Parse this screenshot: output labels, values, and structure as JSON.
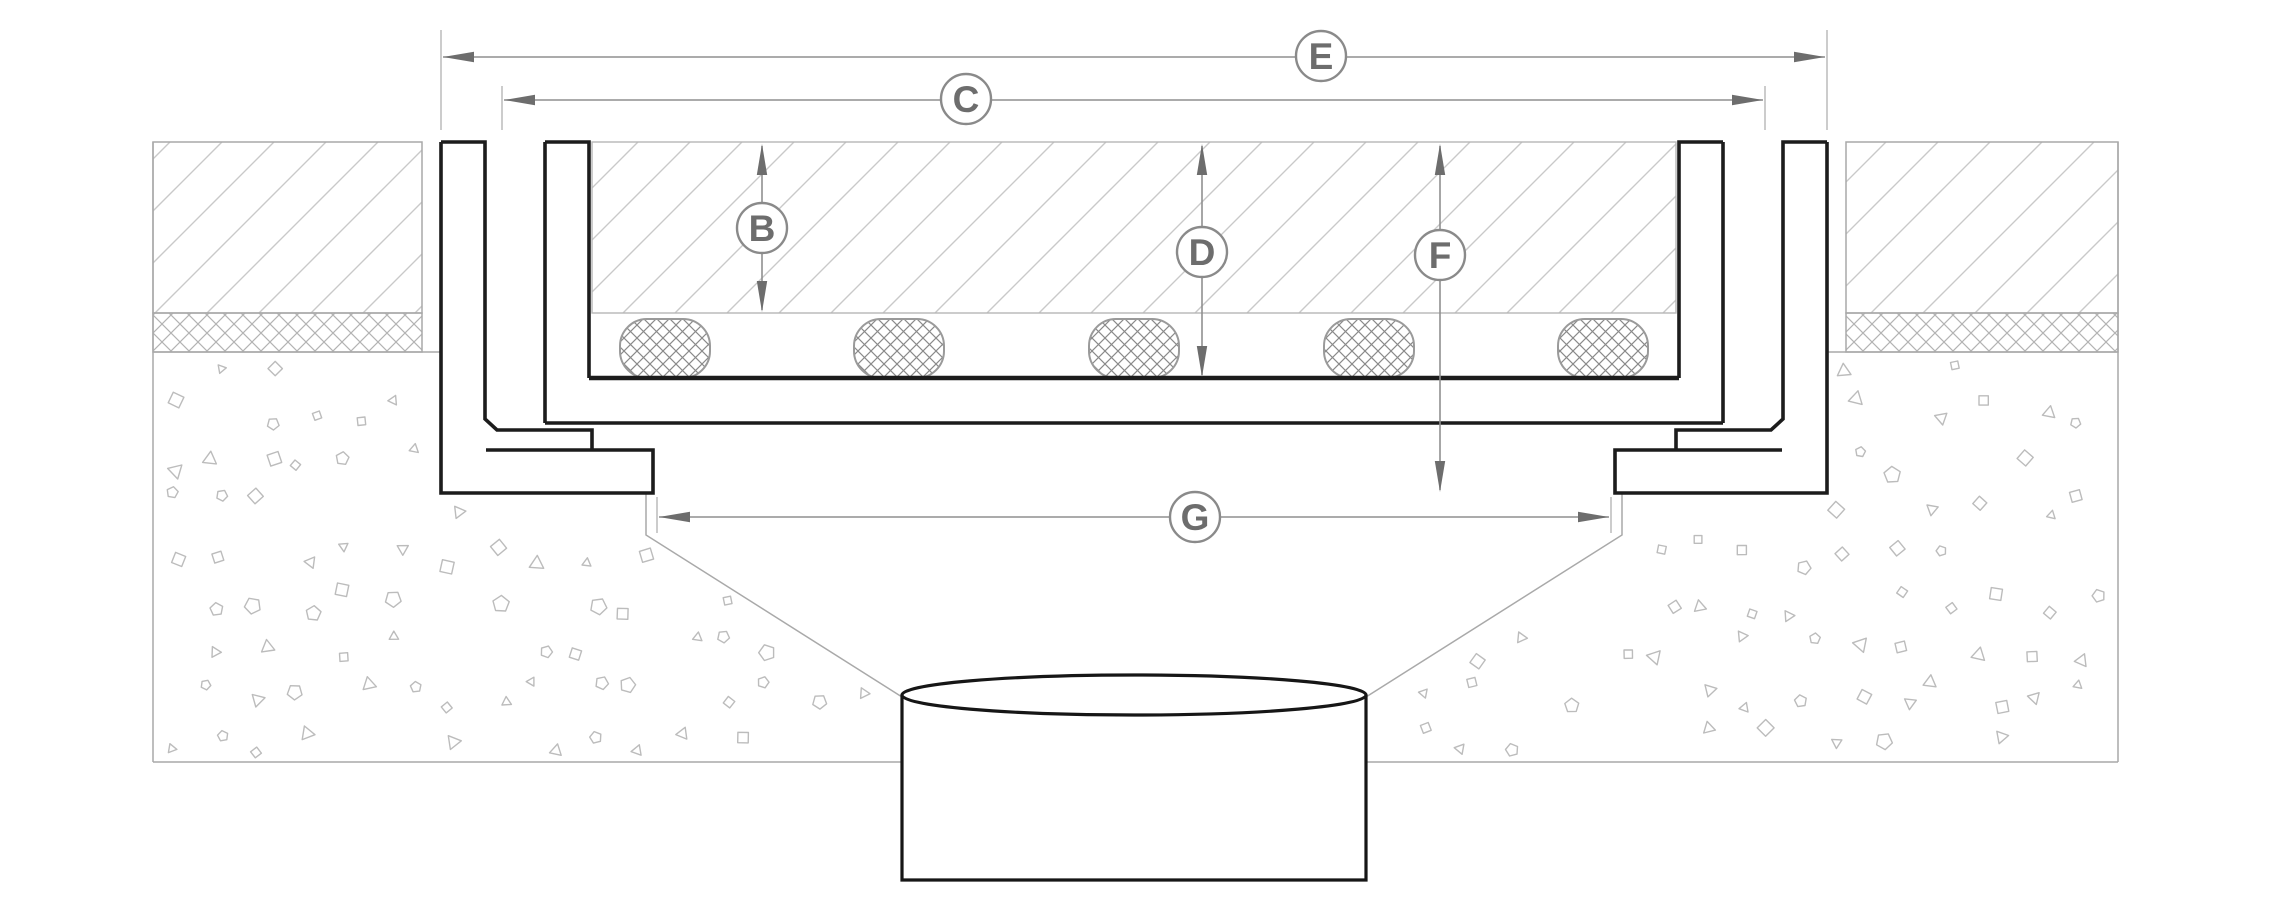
{
  "diagram": {
    "kind": "technical cross-section installation drawing",
    "description": "Channel drain cross-section with hatched pavement, crosshatched bedding band, stippled sub-base, frame rails with anchor feet, crosshatched dowel sections above channel floor and round outlet pipe below",
    "callout_style": "letter in circle",
    "callouts_order": [
      "E",
      "C",
      "B",
      "D",
      "F",
      "G"
    ],
    "callout_orientation": {
      "E": "horizontal",
      "C": "horizontal",
      "B": "vertical",
      "D": "vertical",
      "F": "vertical",
      "G": "horizontal"
    }
  },
  "callouts": {
    "B": "B",
    "C": "C",
    "D": "D",
    "E": "E",
    "F": "F",
    "G": "G"
  },
  "colors": {
    "dark": "#1c1c1c",
    "thin": "#a9a9a9",
    "hatch": "#c9c9c9",
    "band": "#b3b3b3",
    "lattice": "#8a8a8a",
    "dim": "#8f8f8f",
    "ext": "#b0b0b0",
    "arrow": "#6d6d6d",
    "circle": "#8a8a8a",
    "text": "#6d6d6d",
    "stipple": "#bcbcbc",
    "bg": "#ffffff",
    "fillborder": "#b7b7b7"
  }
}
